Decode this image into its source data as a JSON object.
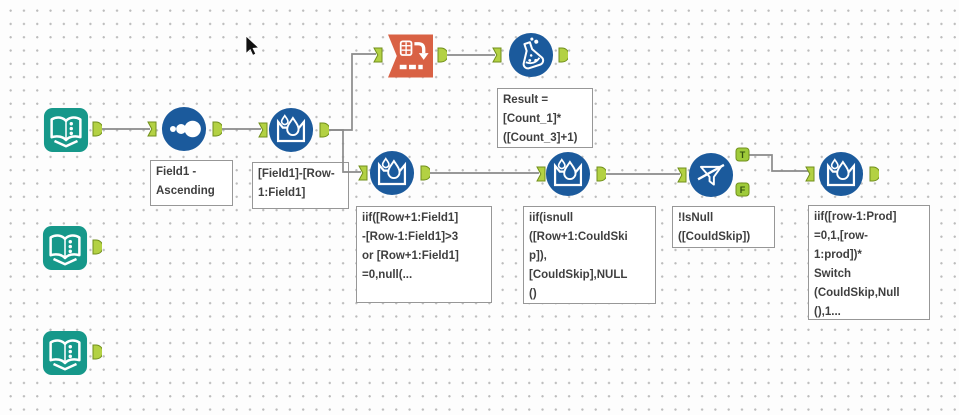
{
  "canvas": {
    "type": "workflow-canvas"
  },
  "tools": [
    {
      "id": "input-data-1",
      "icon": "input-data-book-icon"
    },
    {
      "id": "sort",
      "icon": "sort-circles-icon",
      "annotation": "Field1 -\nAscending"
    },
    {
      "id": "multi-row-formula-1",
      "icon": "multi-row-formula-icon",
      "annotation": "[Field1]-[Row-\n1:Field1]"
    },
    {
      "id": "transpose",
      "icon": "transpose-icon"
    },
    {
      "id": "formula",
      "icon": "formula-flask-icon",
      "annotation": "Result =\n[Count_1]*\n([Count_3]+1)"
    },
    {
      "id": "multi-row-formula-2",
      "icon": "multi-row-formula-icon",
      "annotation": "iif([Row+1:Field1]\n-[Row-1:Field1]>3\nor [Row+1:Field1]\n=0,null(..."
    },
    {
      "id": "multi-row-formula-3",
      "icon": "multi-row-formula-icon",
      "annotation": "iif(isnull\n([Row+1:CouldSki\np]),\n[CouldSkip],NULL\n()"
    },
    {
      "id": "filter",
      "icon": "filter-funnel-icon",
      "annotation": "!IsNull\n([CouldSkip])",
      "outputs": {
        "true_label": "T",
        "false_label": "F"
      }
    },
    {
      "id": "multi-row-formula-4",
      "icon": "multi-row-formula-icon",
      "annotation": "iif([row-1:Prod]\n=0,1,[row-\n1:prod])*\nSwitch\n(CouldSkip,Null\n(),1..."
    },
    {
      "id": "input-data-2",
      "icon": "input-data-book-icon"
    },
    {
      "id": "input-data-3",
      "icon": "input-data-book-icon"
    }
  ],
  "colors": {
    "tool_blue": "#1b5a9c",
    "tool_teal": "#16988a",
    "tool_orange": "#d96144",
    "anchor_green": "#b3d143",
    "anchor_border": "#71901c",
    "wire_gray": "#8a8a8a",
    "annotation_border": "#979797"
  }
}
